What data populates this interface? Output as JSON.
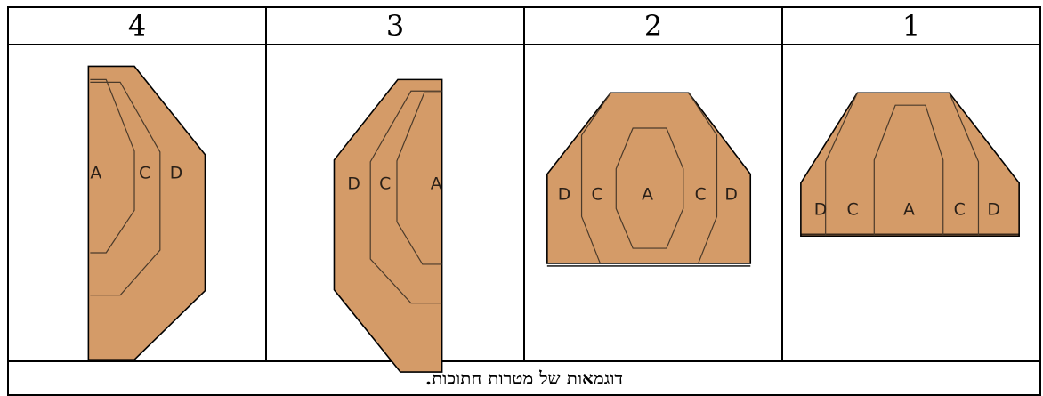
{
  "columns": [
    {
      "number": "1",
      "zones": [
        "D",
        "C",
        "A",
        "C",
        "D"
      ]
    },
    {
      "number": "2",
      "zones": [
        "D",
        "C",
        "A",
        "C",
        "D"
      ]
    },
    {
      "number": "3",
      "zones": [
        "D",
        "C",
        "A"
      ]
    },
    {
      "number": "4",
      "zones": [
        "A",
        "C",
        "D"
      ]
    }
  ],
  "caption": "דוגמאות של מטרות חתוכות.",
  "colors": {
    "target_fill": "#d49b68",
    "outline": "#000000"
  }
}
